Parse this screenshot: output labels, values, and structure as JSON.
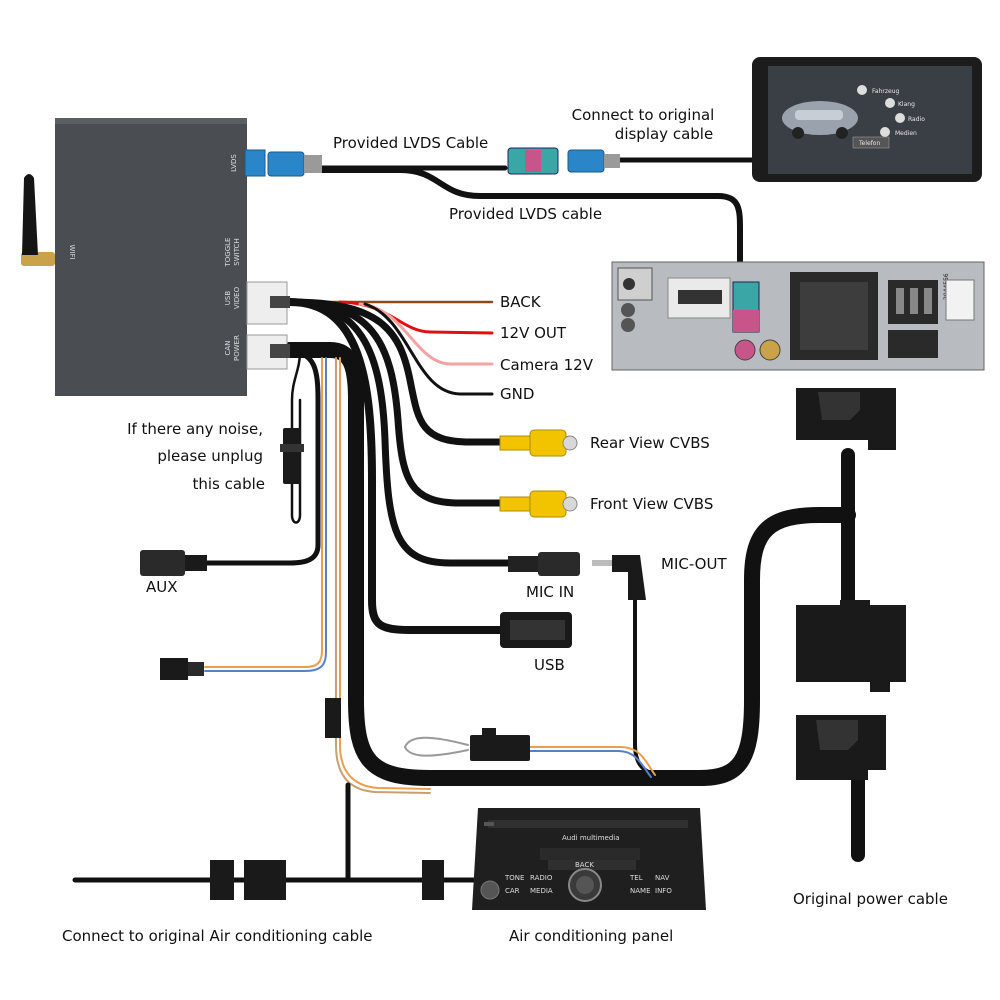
{
  "box": {
    "ports": {
      "lvds": "LVDS",
      "toggle_switch": [
        "TOGGLE",
        "SWITCH"
      ],
      "usb_video": [
        "USB",
        "VIDEO"
      ],
      "can_power": [
        "CAN",
        "POWER"
      ]
    },
    "wifi": "WIFI"
  },
  "labels": {
    "provided_lvds_cable_top": "Provided LVDS Cable",
    "connect_original_display": [
      "Connect to original",
      "display cable"
    ],
    "provided_lvds_cable_mid": "Provided LVDS cable",
    "back": "BACK",
    "out_12v": "12V OUT",
    "camera_12v": "Camera 12V",
    "gnd": "GND",
    "rear_view": "Rear View CVBS",
    "front_view": "Front View CVBS",
    "mic_out": "MIC-OUT",
    "mic_in": "MIC IN",
    "usb": "USB",
    "aux": "AUX",
    "noise_note": [
      "If there any noise,",
      "please unplug",
      "this cable"
    ],
    "air_cond_cable": "Connect to original Air conditioning cable",
    "air_cond_panel": "Air conditioning panel",
    "original_power_cable": "Original power cable"
  },
  "screen_menu": [
    "Fahrzeug",
    "Klang",
    "Radio",
    "Medien",
    "Telefon"
  ],
  "head_unit_sticker": "2044556",
  "panel": {
    "brand": "Audi multimedia",
    "back": "BACK",
    "buttons_left": [
      "TONE",
      "RADIO",
      "CAR",
      "MEDIA"
    ],
    "buttons_right": [
      "TEL",
      "NAV",
      "NAME",
      "INFO"
    ]
  },
  "colors": {
    "wire_back": "#8b4a1e",
    "wire_12v": "#e01010",
    "wire_camera": "#f4a3a3",
    "wire_gnd": "#111111",
    "rca_yellow": "#f2c400",
    "lvds_blue": "#2a86c8",
    "lvds_teal": "#3aa6a6",
    "fakra_pink": "#c8558a"
  }
}
